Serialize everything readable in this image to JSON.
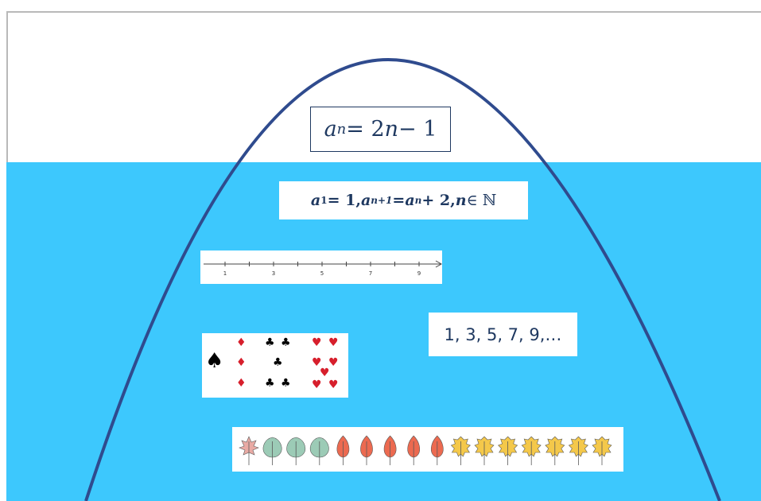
{
  "formula": {
    "a": "a",
    "n": "n",
    "rhs": " = 2",
    "rhs_n": "n",
    "minus": " − 1"
  },
  "recurrence": {
    "a1_base": "a",
    "a1_sub": "1",
    "a1_rest": " = 1, ",
    "an1_base": "a",
    "an1_sub": "n+1",
    "eq": " = ",
    "an_base": "a",
    "an_sub": "n",
    "plus": " + 2, ",
    "n_var": "n",
    "member": " ∈ ℕ"
  },
  "number_line": {
    "ticks": [
      "1",
      "3",
      "5",
      "7",
      "9"
    ]
  },
  "sequence": {
    "text": "1, 3, 5, 7, 9,…"
  },
  "playing_cards": [
    {
      "suit": "spade",
      "count": 1,
      "color": "#000000"
    },
    {
      "suit": "diamond",
      "count": 3,
      "color": "#d71f2c"
    },
    {
      "suit": "club",
      "count": 5,
      "color": "#000000"
    },
    {
      "suit": "heart",
      "count": 7,
      "color": "#d71f2c"
    }
  ],
  "leaves": [
    {
      "kind": "maple",
      "count": 1,
      "color": "#e9aaa4"
    },
    {
      "kind": "round",
      "count": 3,
      "color": "#9ccbb6"
    },
    {
      "kind": "pointed",
      "count": 5,
      "color": "#ec6a50"
    },
    {
      "kind": "oak",
      "count": 7,
      "color": "#f4c84a"
    }
  ],
  "colors": {
    "background": "#3dc8fd",
    "curve": "#2f4b8e",
    "text": "#1e3860"
  }
}
